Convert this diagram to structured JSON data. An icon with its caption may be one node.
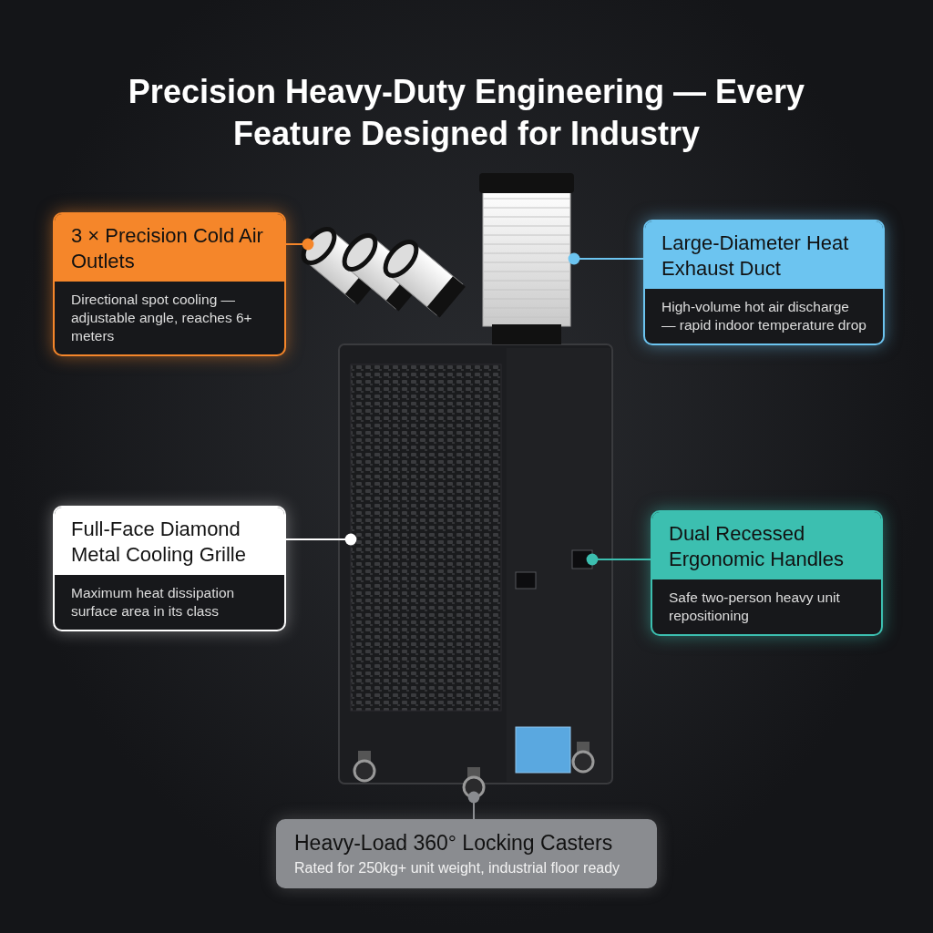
{
  "diagram": {
    "title": "Precision Heavy-Duty Engineering — Every Feature Designed for Industry",
    "nodes": [
      {
        "text": [
          "3 × Precision Cold Air Outlets",
          "Directional spot cooling — adjustable angle, reaches 6+ meters"
        ]
      },
      {
        "text": [
          "Large-Diameter Heat Exhaust Duct",
          "High-volume hot air discharge — rapid indoor temperature drop"
        ]
      },
      {
        "text": [
          "Full-Face Diamond Metal Cooling Grille",
          "Maximum heat dissipation surface area in its class"
        ]
      },
      {
        "text": [
          "Dual Recessed Ergonomic Handles",
          "Safe two-person heavy unit repositioning"
        ]
      },
      {
        "text": [
          "Heavy-Load 360° Locking Casters",
          "Rated for 250kg+ unit weight, industrial floor ready"
        ]
      },
      {
        "text": [],
        "shape": "picture"
      },
      {
        "text": [],
        "shape": "cylinder"
      },
      {
        "text": [],
        "shape": "box"
      },
      {
        "text": [],
        "shape": "box"
      },
      {
        "text": [],
        "shape": "circle"
      }
    ],
    "edges": [
      {
        "from": 0,
        "to": 5,
        "arrow": "other",
        "color": "#f5862a"
      },
      {
        "from": 1,
        "to": 6,
        "arrow": "other",
        "color": "#6cc4f0"
      },
      {
        "from": 2,
        "to": 7,
        "arrow": "other",
        "color": "#ffffff"
      },
      {
        "from": 3,
        "to": 8,
        "arrow": "other",
        "color": "#3cbfb0"
      },
      {
        "from": 4,
        "to": 9,
        "arrow": "other",
        "color": "#8a8c90"
      }
    ]
  }
}
